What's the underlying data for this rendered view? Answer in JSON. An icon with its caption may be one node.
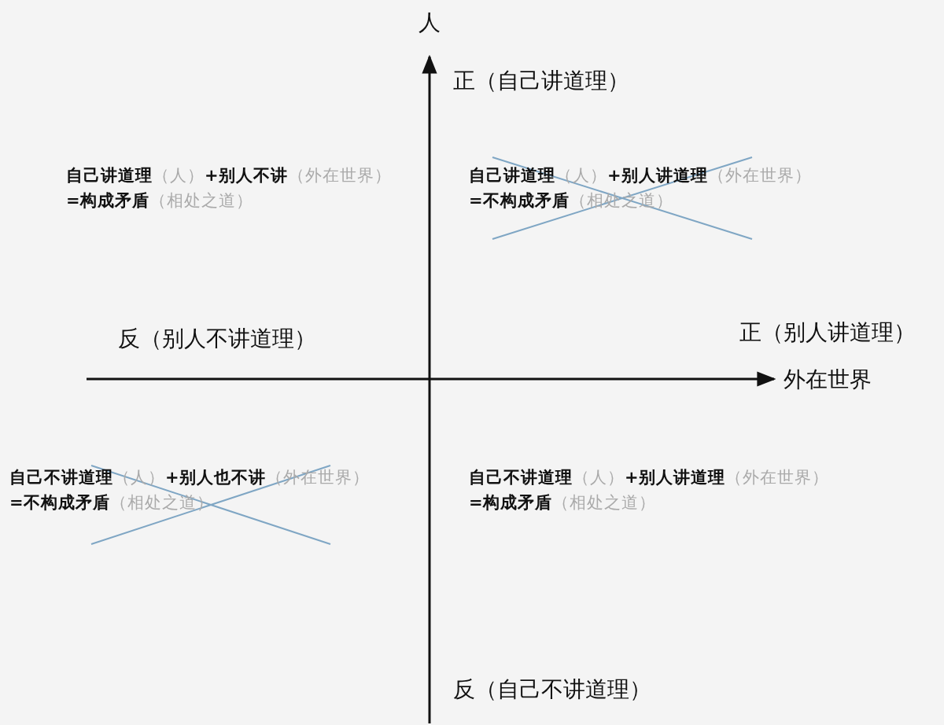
{
  "diagram": {
    "labels": [
      "人",
      "正（自己讲道理）",
      "**自己讲道理**（人）**+别人不讲**（外在世界）",
      "**=构成矛盾**（相处之道）",
      "**自己讲道理**（人）**+别人讲道理**（外在世界）",
      "**=不构成矛盾**（相处之道）",
      "反（别人不讲道理）",
      "正（别人讲道理）",
      "外在世界",
      "**自己不讲道理**（人）**+别人也不讲**（外在世界）",
      "**=不构成矛盾**（相处之道）",
      "**自己不讲道理**（人）**+别人讲道理**（外在世界）",
      "**=构成矛盾**（相处之道）",
      "反（自己不讲道理）"
    ]
  }
}
